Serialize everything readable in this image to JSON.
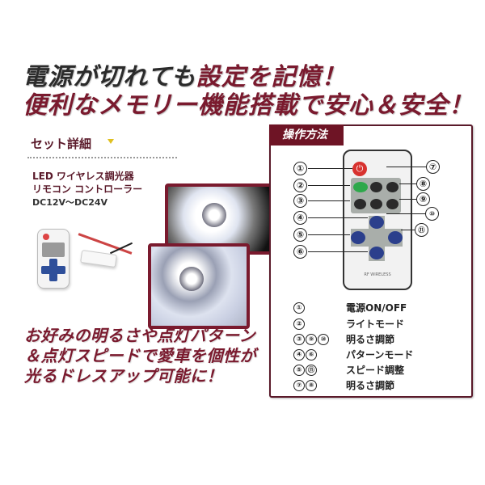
{
  "headline": {
    "line1_dark": "電源が切れても",
    "line1_accent": "設定を記憶！",
    "line2": "便利なメモリー機能搭載で安心＆安全！"
  },
  "set_details": {
    "title": "セット詳細",
    "product_line1": "LED ワイヤレス調光器",
    "product_line2": "リモコン コントローラー",
    "voltage": "DC12V〜DC24V"
  },
  "slogan": {
    "line1": "お好みの明るさや点灯パターン",
    "line2": "＆点灯スピードで愛車を個性が",
    "line3": "光るドレスアップ可能に！"
  },
  "operation": {
    "title": "操作方法",
    "remote_brand": "RF WIRELESS",
    "callouts": [
      "①",
      "②",
      "③",
      "④",
      "⑤",
      "⑥",
      "⑦",
      "⑧",
      "⑨",
      "⑩",
      "⑪"
    ],
    "legend": [
      {
        "nums": [
          "①"
        ],
        "label": "電源ON/OFF"
      },
      {
        "nums": [
          "②"
        ],
        "label": "ライトモード"
      },
      {
        "nums": [
          "③",
          "⑨",
          "⑩"
        ],
        "label": "明るさ調節"
      },
      {
        "nums": [
          "④",
          "⑥"
        ],
        "label": "パターンモード"
      },
      {
        "nums": [
          "⑤",
          "⑪"
        ],
        "label": "スピード調整"
      },
      {
        "nums": [
          "⑦",
          "⑧"
        ],
        "label": "明るさ調節"
      }
    ]
  },
  "colors": {
    "accent": "#7a1a2e",
    "panel_tab": "#6e1425",
    "text_dark": "#2b2b2b"
  }
}
